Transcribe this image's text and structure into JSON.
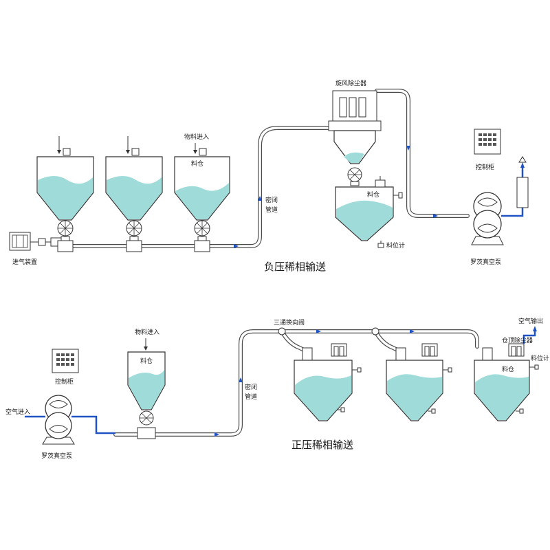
{
  "colors": {
    "powder": "#9fdcd9",
    "pipe": "#4a4a4a",
    "air_line": "#1f53c4",
    "flow_arrow": "#1f53c4"
  },
  "top": {
    "title": "负压稀相输送",
    "feed_label": "物料进入",
    "hopper_label": "料仓",
    "pipe_label_1": "密闭",
    "pipe_label_2": "管道",
    "cyclone_label": "旋风除尘器",
    "silo_label": "料仓",
    "level_label": "料位计",
    "control_label": "控制柜",
    "intake_label": "进气装置",
    "pump_label": "罗茨真空泵"
  },
  "bottom": {
    "title": "正压稀相输送",
    "feed_label": "物料进入",
    "hopper_label": "料仓",
    "pipe_label_1": "密闭",
    "pipe_label_2": "管道",
    "valve_label": "三通换向阀",
    "control_label": "控制柜",
    "air_in_label": "空气进入",
    "pump_label": "罗茨真空泵",
    "air_out_label": "空气输出",
    "dust_label": "仓顶除尘器",
    "silo_label": "料仓",
    "level_label": "料位计"
  }
}
